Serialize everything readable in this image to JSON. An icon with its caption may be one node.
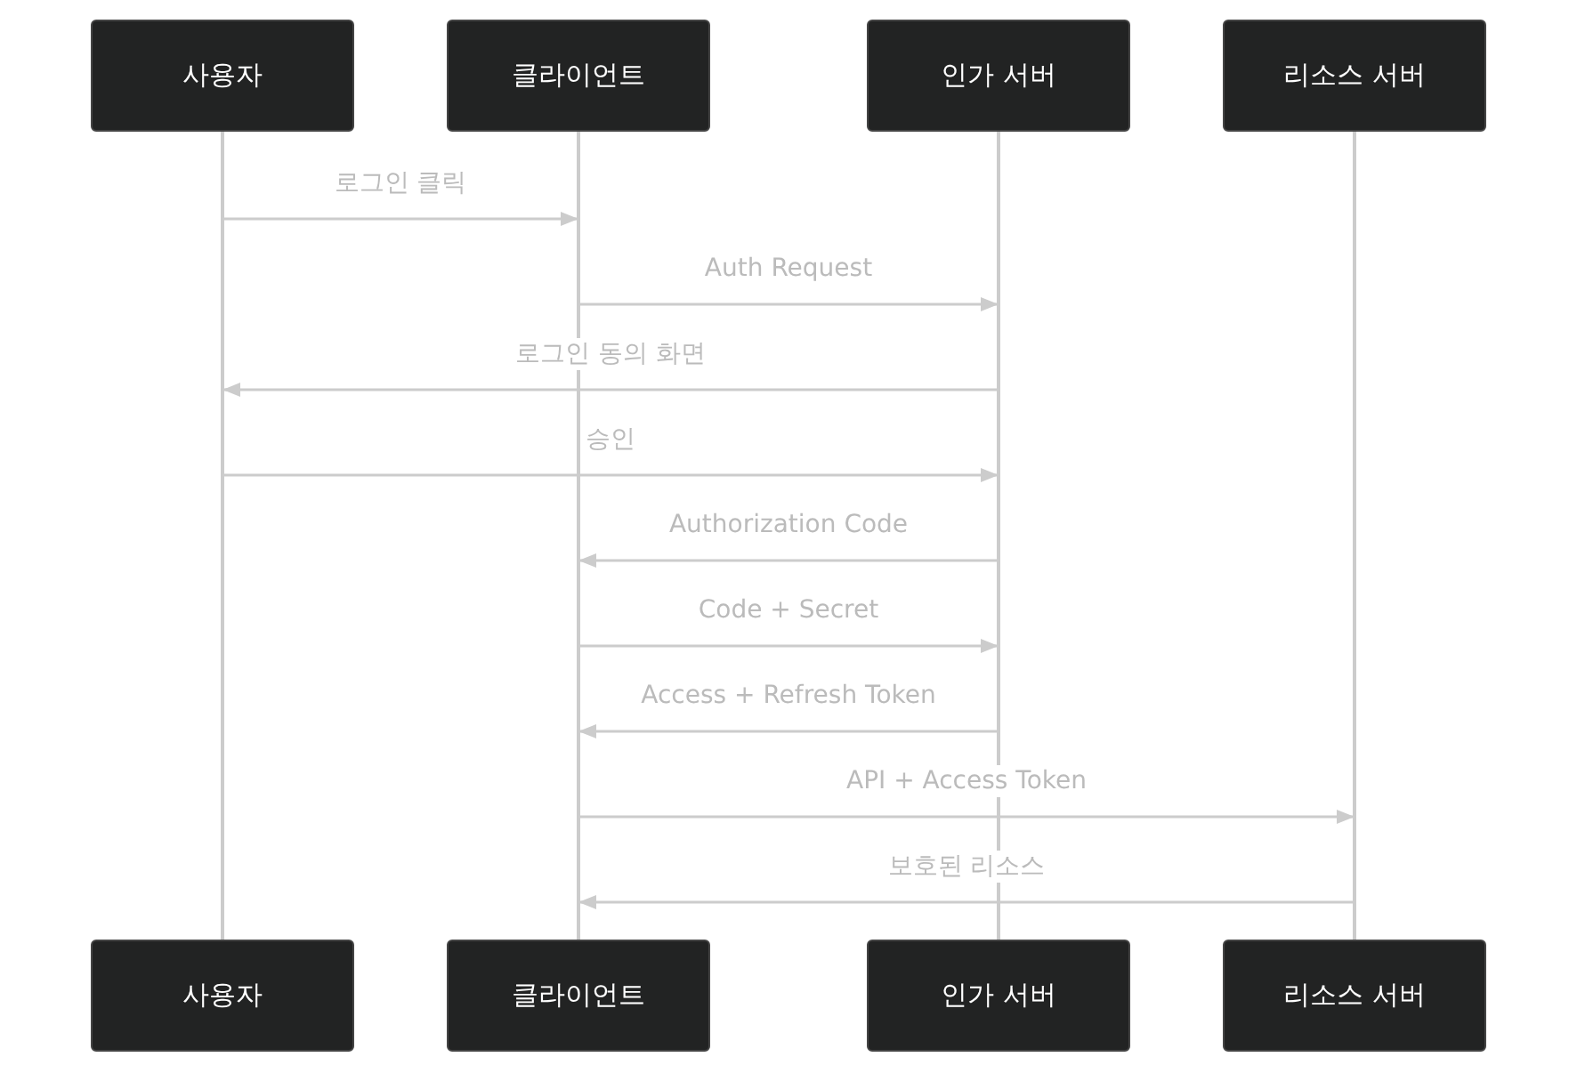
{
  "diagram": {
    "nodes": [
      {
        "text": [
          "사용자"
        ]
      },
      {
        "text": [
          "클라이언트"
        ]
      },
      {
        "text": [
          "인가 서버"
        ]
      },
      {
        "text": [
          "리소스 서버"
        ]
      },
      {
        "text": [],
        "shape": "line"
      },
      {
        "text": [],
        "shape": "line"
      },
      {
        "text": [],
        "shape": "line"
      },
      {
        "text": [],
        "shape": "line"
      },
      {
        "text": [
          "사용자"
        ]
      },
      {
        "text": [
          "클라이언트"
        ]
      },
      {
        "text": [
          "인가 서버"
        ]
      },
      {
        "text": [
          "리소스 서버"
        ]
      }
    ],
    "edges": [
      {
        "from": 4,
        "to": 5,
        "arrow": "to",
        "label": "로그인 클릭"
      },
      {
        "from": 5,
        "to": 6,
        "arrow": "to",
        "label": "Auth Request"
      },
      {
        "from": 6,
        "to": 4,
        "arrow": "to",
        "label": "로그인 동의 화면"
      },
      {
        "from": 4,
        "to": 6,
        "arrow": "to",
        "label": "승인"
      },
      {
        "from": 6,
        "to": 5,
        "arrow": "to",
        "label": "Authorization Code"
      },
      {
        "from": 5,
        "to": 6,
        "arrow": "to",
        "label": "Code + Secret"
      },
      {
        "from": 6,
        "to": 5,
        "arrow": "to",
        "label": "Access + Refresh Token"
      },
      {
        "from": 5,
        "to": 7,
        "arrow": "to",
        "label": "API + Access Token"
      },
      {
        "from": 7,
        "to": 5,
        "arrow": "to",
        "label": "보호된 리소스"
      }
    ]
  }
}
